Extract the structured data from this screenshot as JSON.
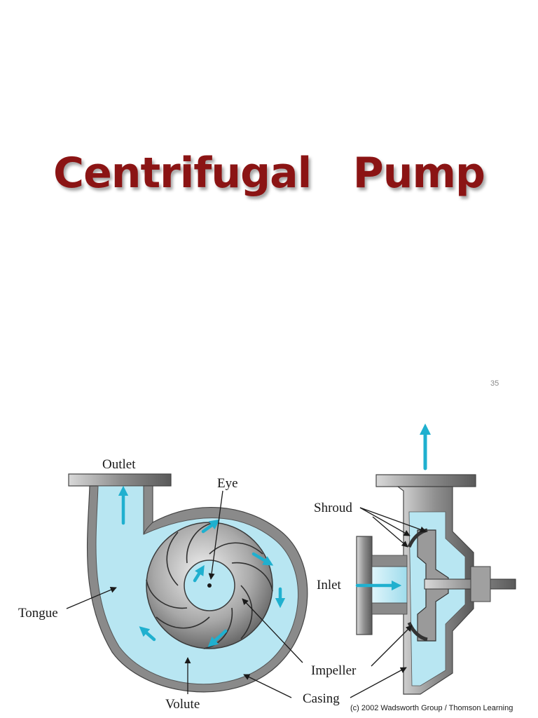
{
  "slide": {
    "title": "Centrifugal   Pump",
    "number": "35"
  },
  "diagram": {
    "labels": {
      "outlet": "Outlet",
      "eye": "Eye",
      "tongue": "Tongue",
      "volute": "Volute",
      "shroud": "Shroud",
      "inlet": "Inlet",
      "impeller": "Impeller",
      "casing": "Casing"
    },
    "credit": "(c) 2002 Wadsworth Group / Thomson Learning",
    "colors": {
      "fluid": "#b8e6f2",
      "flow_arrow": "#1fb0cf",
      "metal": "#8e8e8e",
      "title": "#8b1414"
    }
  }
}
